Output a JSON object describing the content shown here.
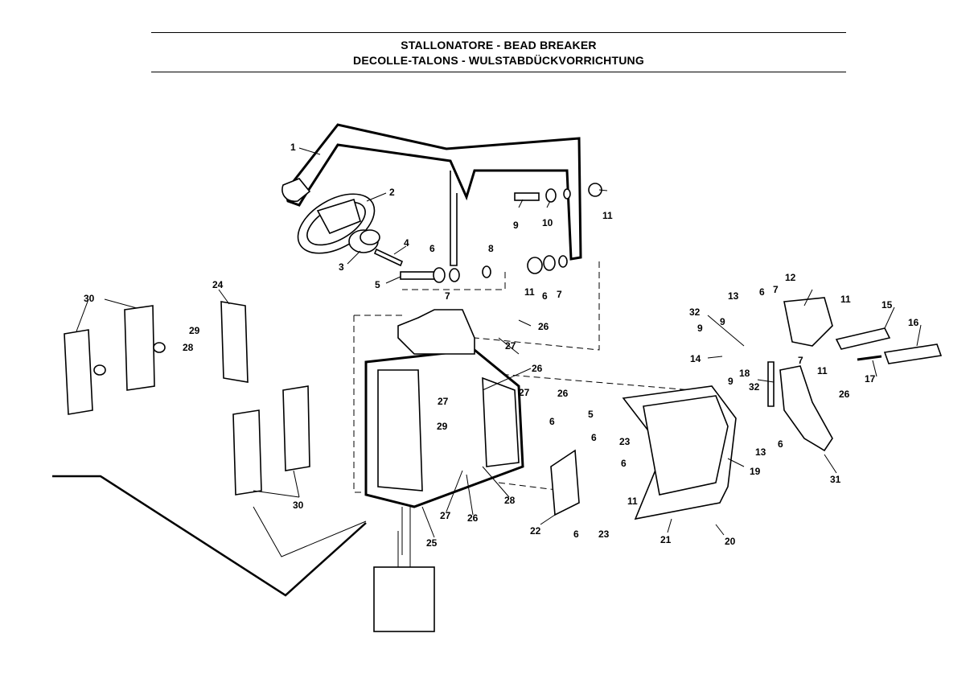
{
  "header": {
    "line1": "STALLONATORE   -   BEAD BREAKER",
    "line2": "DECOLLE-TALONS   -   WULSTABDÜCKVORRICHTUNG"
  },
  "callouts": [
    "1",
    "2",
    "3",
    "4",
    "5",
    "6",
    "7",
    "8",
    "9",
    "10",
    "11",
    "12",
    "13",
    "14",
    "15",
    "16",
    "17",
    "18",
    "19",
    "20",
    "21",
    "22",
    "23",
    "24",
    "25",
    "26",
    "27",
    "28",
    "29",
    "30",
    "31",
    "32"
  ]
}
